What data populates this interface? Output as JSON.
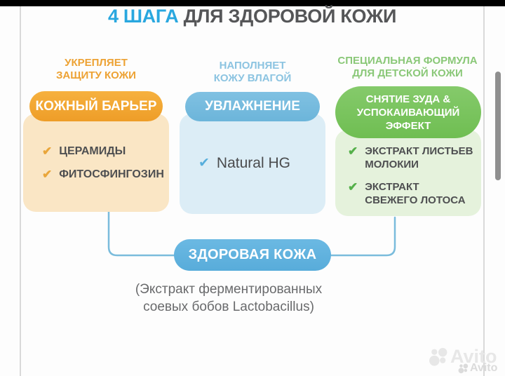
{
  "title": {
    "highlight": "4 ШАГА",
    "rest": " ДЛЯ ЗДОРОВОЙ КОЖИ"
  },
  "columns": [
    {
      "header": "УКРЕПЛЯЕТ\nЗАЩИТУ КОЖИ",
      "badge": "КОЖНЫЙ БАРЬЕР",
      "items": [
        "ЦЕРАМИДЫ",
        "ФИТОСФИНГОЗИН"
      ],
      "accent": "#F0A32E",
      "box_color": "#FAE6C5"
    },
    {
      "header": "НАПОЛНЯЕТ\nКОЖУ ВЛАГОЙ",
      "badge": "УВЛАЖНЕНИЕ",
      "items": [
        "Natural HG"
      ],
      "accent": "#74BADE",
      "box_color": "#DCEDF6"
    },
    {
      "header": "СПЕЦИАЛЬНАЯ ФОРМУЛА\nДЛЯ ДЕТСКОЙ КОЖИ",
      "badge": "СНЯТИЕ ЗУДА &\nУСПОКАИВАЮЩИЙ\nЭФФЕКТ",
      "items": [
        "ЭКСТРАКТ ЛИСТЬЕВ\nМОЛОКИИ",
        "ЭКСТРАКТ\nСВЕЖЕГО ЛОТОСА"
      ],
      "accent": "#79C35D",
      "box_color": "#E5F2DC"
    }
  ],
  "result_badge": "ЗДОРОВАЯ КОЖА",
  "footnote": "(Экстракт ферментированных\nсоевых бобов Lactobacillus)",
  "icons": {
    "check": "✔"
  },
  "watermark": {
    "brand": "Avito",
    "brand_small": "Avito"
  },
  "colors": {
    "title_accent": "#29A7DF",
    "title_text": "#555658",
    "result_pill": "#60B3DF",
    "connector_line": "#7ABCDC",
    "item_text": "#4E4F51",
    "footnote_text": "#696A6C",
    "frame_line": "#D9D9D9",
    "scrollbar": "#8F8F8F"
  }
}
